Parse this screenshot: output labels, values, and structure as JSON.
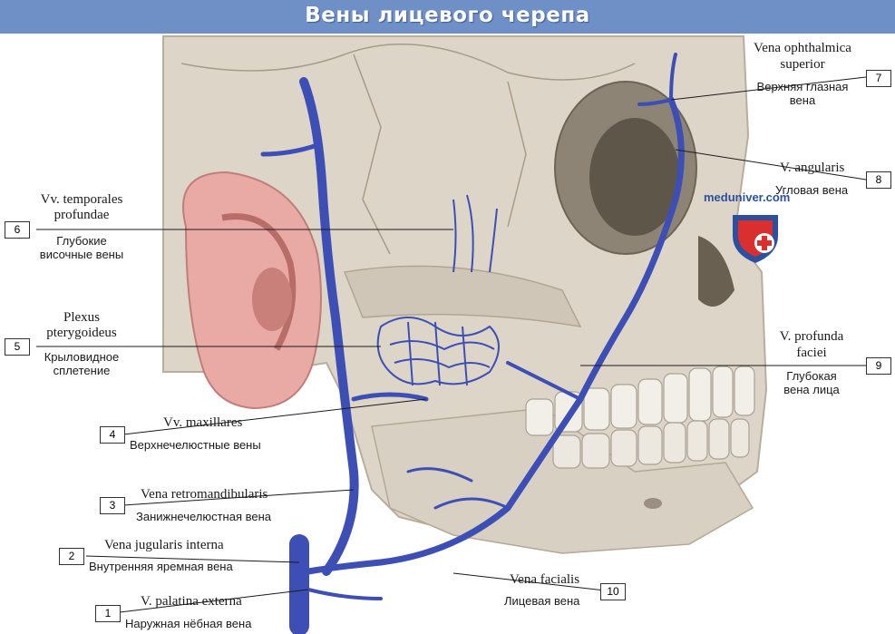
{
  "title": "Вены лицевого черепа",
  "watermark": "meduniver.com",
  "colors": {
    "title_bar": "#6f8fc7",
    "vein": "#3d4fb5",
    "bone": "#ddd5c8",
    "ear": "#e9a9a4",
    "shield_red": "#d92f2f",
    "shield_blue": "#2c4f9e"
  },
  "labels": [
    {
      "num": "1",
      "latin": "V. palatina externa",
      "russian": "Наружная нёбная вена"
    },
    {
      "num": "2",
      "latin": "Vena jugularis interna",
      "russian": "Внутренняя яремная вена"
    },
    {
      "num": "3",
      "latin": "Vena retromandibularis",
      "russian": "Занижнечелюстная вена"
    },
    {
      "num": "4",
      "latin": "Vv. maxillares",
      "russian": "Верхнечелюстные вены"
    },
    {
      "num": "5",
      "latin_1": "Plexus",
      "latin_2": "pterygoideus",
      "russian_1": "Крыловидное",
      "russian_2": "сплетение"
    },
    {
      "num": "6",
      "latin_1": "Vv. temporales",
      "latin_2": "profundae",
      "russian_1": "Глубокие",
      "russian_2": "височные вены"
    },
    {
      "num": "7",
      "latin_1": "Vena ophthalmica",
      "latin_2": "superior",
      "russian_1": "Верхняя глазная",
      "russian_2": "вена"
    },
    {
      "num": "8",
      "latin": "V. angularis",
      "russian": "Угловая вена"
    },
    {
      "num": "9",
      "latin_1": "V. profunda",
      "latin_2": "faciei",
      "russian_1": "Глубокая",
      "russian_2": "вена лица"
    },
    {
      "num": "10",
      "latin": "Vena facialis",
      "russian": "Лицевая вена"
    }
  ]
}
